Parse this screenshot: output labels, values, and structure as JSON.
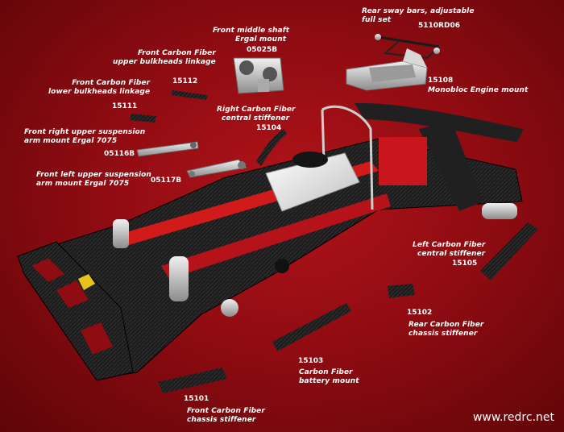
{
  "labels": {
    "rear_sway": [
      "Rear sway bars, adjustable",
      "full set"
    ],
    "front_middle_shaft": [
      "Front middle shaft",
      "Ergal mount"
    ],
    "upper_linkage": [
      "Front Carbon Fiber",
      "upper bulkheads linkage"
    ],
    "lower_linkage": [
      "Front Carbon Fiber",
      "lower bulkheads linkage"
    ],
    "engine_mount": "Monobloc Engine mount",
    "right_stiffener": [
      "Right Carbon Fiber",
      "central stiffener"
    ],
    "right_arm_mount": [
      "Front right upper suspension",
      "arm mount Ergal 7075"
    ],
    "left_arm_mount": [
      "Front left upper suspension",
      "arm mount Ergal 7075"
    ],
    "left_stiffener": [
      "Left Carbon Fiber",
      "central stiffener"
    ],
    "rear_stiffener": [
      "Rear Carbon Fiber",
      "chassis stiffener"
    ],
    "battery_mount": [
      "Carbon Fiber",
      "battery mount"
    ],
    "front_stiffener": [
      "Front Carbon Fiber",
      "chassis stiffener"
    ]
  },
  "codes": {
    "rear_sway": "5110RD06",
    "front_middle_shaft": "05025B",
    "upper_linkage": "15112",
    "lower_linkage": "15111",
    "engine_mount": "15108",
    "right_stiffener": "15104",
    "right_arm_mount": "05116B",
    "left_arm_mount": "05117B",
    "left_stiffener": "15105",
    "rear_stiffener": "15102",
    "battery_mount": "15103",
    "front_stiffener": "15101"
  },
  "watermark": "www.redrc.net",
  "colors": {
    "background": "#9a0e14",
    "carbon": "#1e1e1e",
    "red_anodized": "#d11a1a",
    "aluminium": "#c9c9c9",
    "text": "#ffffff"
  }
}
